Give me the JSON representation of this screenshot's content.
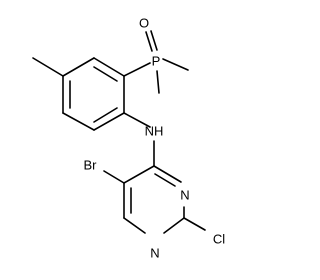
{
  "molecule": {
    "atoms": {
      "oxygen": "O",
      "phosphorus": "P",
      "amine": "NH",
      "bromine": "Br",
      "n_ring_upper": "N",
      "chlorine": "Cl",
      "n_ring_lower": "N"
    }
  }
}
